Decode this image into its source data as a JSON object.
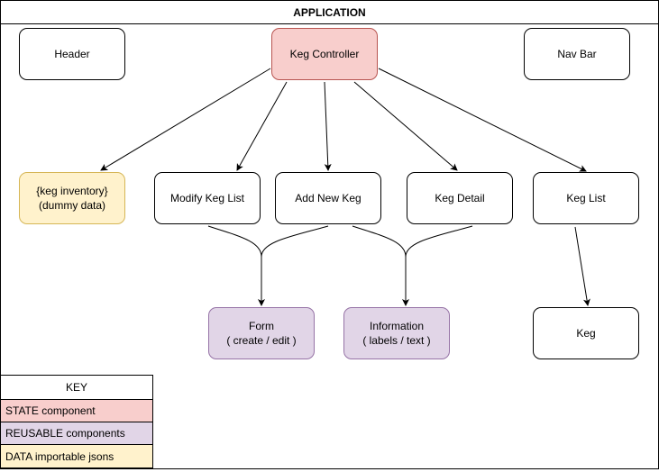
{
  "diagram": {
    "title": "APPLICATION",
    "nodes": {
      "header": "Header",
      "keg_controller": "Keg Controller",
      "nav_bar": "Nav Bar",
      "keg_inventory": [
        "{keg inventory}",
        "(dummy data)"
      ],
      "modify_keg_list": "Modify Keg List",
      "add_new_keg": "Add New Keg",
      "keg_detail": "Keg Detail",
      "keg_list": "Keg List",
      "form": [
        "Form",
        "( create / edit )"
      ],
      "information": [
        "Information",
        "( labels / text )"
      ],
      "keg": "Keg"
    },
    "edges": [
      [
        "Keg Controller",
        "{keg inventory}"
      ],
      [
        "Keg Controller",
        "Modify Keg List"
      ],
      [
        "Keg Controller",
        "Add New Keg"
      ],
      [
        "Keg Controller",
        "Keg Detail"
      ],
      [
        "Keg Controller",
        "Keg List"
      ],
      [
        "Modify Keg List",
        "Form"
      ],
      [
        "Add New Keg",
        "Form"
      ],
      [
        "Add New Keg",
        "Information"
      ],
      [
        "Keg Detail",
        "Information"
      ],
      [
        "Keg List",
        "Keg"
      ]
    ],
    "colors": {
      "state_fill": "#f8cecc",
      "state_stroke": "#b85450",
      "reusable_fill": "#e1d5e7",
      "reusable_stroke": "#9673a6",
      "data_fill": "#fff2cc",
      "data_stroke": "#d6b656"
    }
  },
  "key": {
    "title": "KEY",
    "state": "STATE component",
    "reusable": "REUSABLE components",
    "data": "DATA importable jsons"
  }
}
